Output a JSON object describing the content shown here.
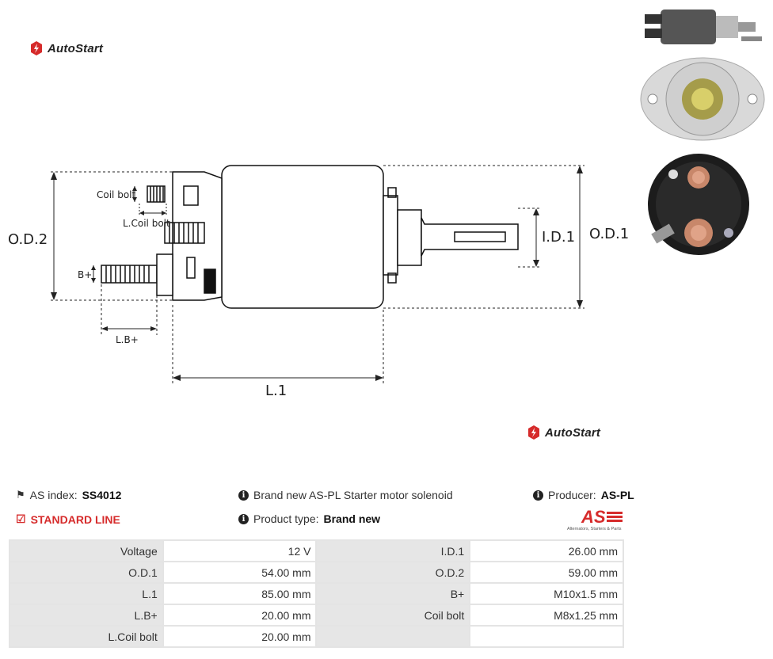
{
  "brand": {
    "name": "AutoStart"
  },
  "drawing": {
    "labels": {
      "od2": "O.D.2",
      "od1": "O.D.1",
      "id1": "I.D.1",
      "l1": "L.1",
      "lb": "L.B+",
      "bplus": "B+",
      "coil_bolt": "Coil bolt",
      "l_coil_bolt": "L.Coil bolt"
    }
  },
  "photos": [
    {
      "name": "solenoid-side-photo"
    },
    {
      "name": "solenoid-flange-photo"
    },
    {
      "name": "solenoid-terminal-photo"
    }
  ],
  "info": {
    "as_index_label": "AS index:",
    "as_index_value": "SS4012",
    "line": "STANDARD LINE",
    "description": "Brand new AS-PL Starter motor solenoid",
    "product_type_label": "Product type:",
    "product_type_value": "Brand new",
    "producer_label": "Producer:",
    "producer_value": "AS-PL",
    "producer_logo_text": "AS",
    "producer_logo_caption": "Alternators, Starters & Parts"
  },
  "specs": [
    {
      "l1": "Voltage",
      "v1": "12 V",
      "l2": "I.D.1",
      "v2": "26.00 mm"
    },
    {
      "l1": "O.D.1",
      "v1": "54.00 mm",
      "l2": "O.D.2",
      "v2": "59.00 mm"
    },
    {
      "l1": "L.1",
      "v1": "85.00 mm",
      "l2": "B+",
      "v2": "M10x1.5 mm"
    },
    {
      "l1": "L.B+",
      "v1": "20.00 mm",
      "l2": "Coil bolt",
      "v2": "M8x1.25 mm"
    },
    {
      "l1": "L.Coil bolt",
      "v1": "20.00 mm",
      "l2": "",
      "v2": ""
    }
  ],
  "colors": {
    "accent_red": "#d62b2b",
    "table_label_bg": "#e6e6e6"
  }
}
